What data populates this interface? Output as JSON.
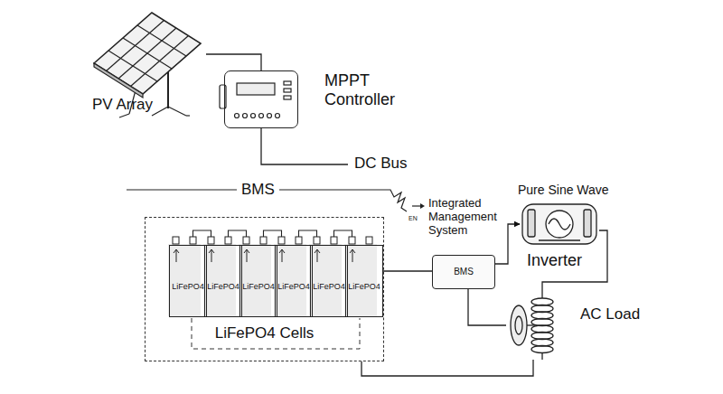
{
  "diagram": {
    "nodes": [
      {
        "text": [
          "PV Array"
        ]
      },
      {
        "text": [
          "MPPT Controller"
        ]
      },
      {
        "text": [
          "LiFePO4 Cells"
        ]
      },
      {
        "text": [
          "LiFePO4"
        ],
        "in": 2
      },
      {
        "text": [
          "LiFePO4"
        ],
        "in": 2
      },
      {
        "text": [
          "LiFePO4"
        ],
        "in": 2
      },
      {
        "text": [
          "LiFePO4"
        ],
        "in": 2
      },
      {
        "text": [
          "LiFePO4"
        ],
        "in": 2
      },
      {
        "text": [
          "LiFePO4"
        ],
        "in": 2
      },
      {
        "text": [
          "BMS"
        ]
      },
      {
        "text": [
          "Pure Sine Wave",
          "Inverter"
        ]
      },
      {
        "text": [
          "AC Load"
        ]
      }
    ],
    "edges": [
      {
        "from": 0,
        "to": 1,
        "arrow": "none"
      },
      {
        "from": 8,
        "to": 9,
        "arrow": "none"
      },
      {
        "from": 9,
        "to": 10,
        "arrow": "to"
      },
      {
        "from": 9,
        "to": 11,
        "arrow": "none"
      },
      {
        "from": 10,
        "to": 11,
        "arrow": "none"
      },
      {
        "from": 11,
        "to": 2,
        "arrow": "none"
      }
    ],
    "labels": [
      "DC Bus",
      "BMS",
      "Integrated Management System",
      "EN"
    ]
  }
}
